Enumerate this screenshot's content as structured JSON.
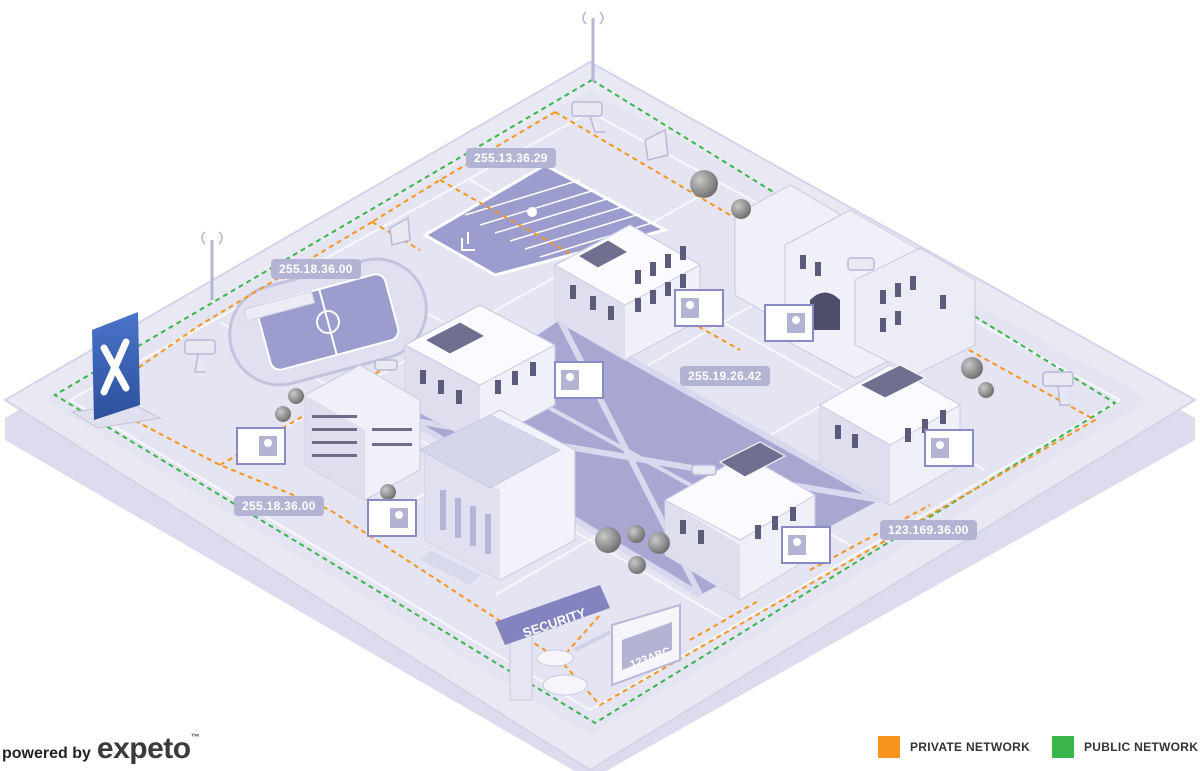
{
  "ip_labels": {
    "field": "255.13.36.29",
    "stadium": "255.18.36.00",
    "west": "255.18.36.00",
    "plaza": "255.19.26.42",
    "east": "123.169.36.00"
  },
  "signs": {
    "security": "SECURITY",
    "plate": "123ABC"
  },
  "footer": {
    "powered_by": "powered by",
    "brand": "expeto",
    "tm": "™"
  },
  "legend": {
    "private_label": "PRIVATE NETWORK",
    "private_color": "#f7941d",
    "public_label": "PUBLIC NETWORK",
    "public_color": "#39b54a"
  },
  "colors": {
    "ground": "#e6e6f3",
    "path": "#f5f5fb",
    "plaza": "#a9a9d3",
    "building": "#f0f0f8",
    "building_shade": "#c9c9e2",
    "accent": "#8585c2"
  },
  "icons": [
    "expeto-x-icon",
    "security-camera-icon",
    "antenna-icon",
    "speaker-icon",
    "id-card-icon",
    "solar-panel-icon",
    "tree-icon",
    "car-icon"
  ]
}
